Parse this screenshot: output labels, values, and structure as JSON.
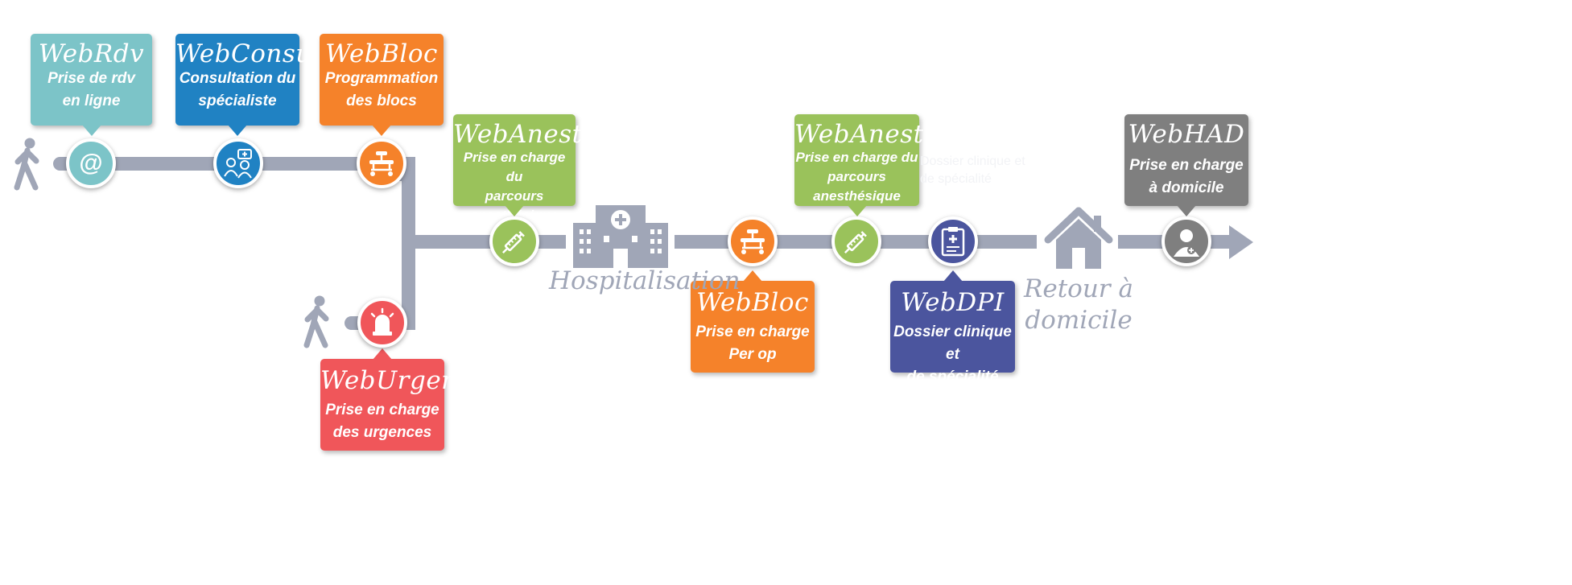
{
  "colors": {
    "track": "#a0a6b7",
    "teal": "#7cc4c8",
    "blue": "#2082c3",
    "orange": "#f5822a",
    "green": "#9ac25b",
    "red": "#f0565a",
    "indigo": "#4b559e",
    "gray": "#7f7f7f"
  },
  "cards": {
    "webrdv": {
      "title": "WebRdv",
      "desc": "Prise de rdv\nen ligne"
    },
    "webconsult": {
      "title": "WebConsult",
      "desc": "Consultation du\nspécialiste"
    },
    "webbloc_prog": {
      "title": "WebBloc",
      "desc": "Programmation\ndes blocs"
    },
    "webanesth_1": {
      "title": "WebAnesth",
      "desc": "Prise en charge du\nparcours\nanesthésique"
    },
    "webanesth_2": {
      "title": "WebAnesth",
      "desc": "Prise en charge du\nparcours\nanesthésique"
    },
    "webhad": {
      "title": "WebHAD",
      "desc": "Prise en charge\nà domicile"
    },
    "weburgences": {
      "title": "WebUrgences",
      "desc": "Prise en charge\ndes urgences"
    },
    "webbloc_perop": {
      "title": "WebBloc",
      "desc": "Prise en charge\nPer op"
    },
    "webdpi": {
      "title": "WebDPI",
      "desc": "Dossier clinique et\nde spécialité"
    }
  },
  "nodes": {
    "webrdv": {
      "icon": "at-sign-icon",
      "glyph": "@"
    },
    "webconsult": {
      "icon": "doctors-consultation-icon"
    },
    "webbloc_prog": {
      "icon": "operating-table-icon"
    },
    "weburgences": {
      "icon": "emergency-siren-icon"
    },
    "webanesth_1": {
      "icon": "syringe-icon"
    },
    "webbloc_perop": {
      "icon": "operating-table-icon"
    },
    "webanesth_2": {
      "icon": "syringe-icon"
    },
    "webdpi": {
      "icon": "medical-clipboard-icon"
    },
    "webhad": {
      "icon": "patient-avatar-icon"
    }
  },
  "stages": {
    "hospitalisation": {
      "label": "Hospitalisation",
      "icon": "hospital-building-icon"
    },
    "retour": {
      "label": "Retour à\ndomicile",
      "icon": "house-icon"
    }
  },
  "walkers": [
    "walking-person-icon",
    "walking-person-icon"
  ],
  "faint_text": "Dossier clinique et\nde spécialité",
  "flow_direction": "left-to-right"
}
